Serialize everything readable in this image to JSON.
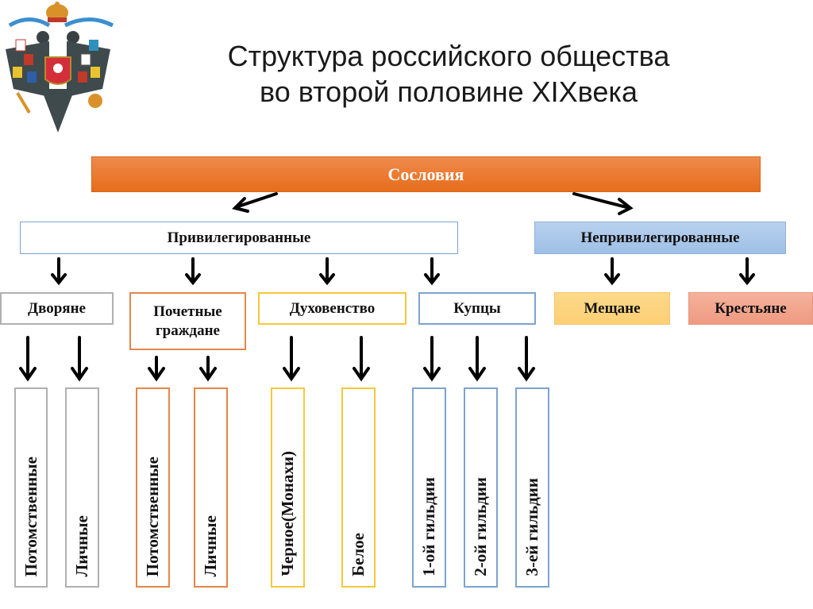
{
  "title": {
    "line1": "Структура российского общества",
    "line2": "во второй половине XIXвека"
  },
  "emblem": {
    "icon": "russian-imperial-coat-of-arms-icon"
  },
  "root": {
    "label": "Сословия",
    "color": "#ea7a30"
  },
  "groups": {
    "privileged": {
      "label": "Привилегированные"
    },
    "unprivileged": {
      "label": "Непривилегированные"
    }
  },
  "estates": {
    "nobility": {
      "label": "Дворяне"
    },
    "honorary_citizens": {
      "label_line1": "Почетные",
      "label_line2": "граждане"
    },
    "clergy": {
      "label": "Духовенство"
    },
    "merchants": {
      "label": "Купцы"
    },
    "townspeople": {
      "label": "Мещане"
    },
    "peasants": {
      "label": "Крестьяне"
    }
  },
  "subgroups": {
    "nobility_hereditary": "Потомственные",
    "nobility_personal": "Личные",
    "honorary_hereditary": "Потомственные",
    "honorary_personal": "Личные",
    "clergy_black": "Черное(Монахи)",
    "clergy_white": "Белое",
    "merchants_guild1": "1-ой гильдии",
    "merchants_guild2": "2-ой гильдии",
    "merchants_guild3": "3-ей гильдии"
  }
}
